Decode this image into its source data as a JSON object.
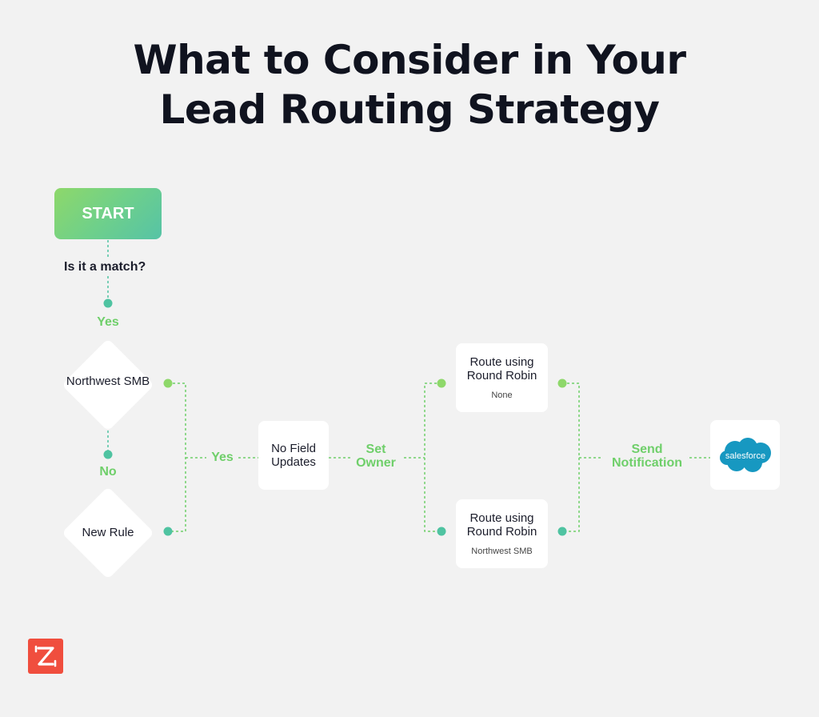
{
  "title_line1": "What to Consider in Your",
  "title_line2": "Lead Routing Strategy",
  "start_label": "START",
  "question_label": "Is it a match?",
  "yes_label_top": "Yes",
  "no_label": "No",
  "yes_label_mid": "Yes",
  "rule_northwest": "Northwest SMB",
  "rule_new": "New Rule",
  "no_field_updates": "No Field Updates",
  "set_owner": "Set Owner",
  "route_top": {
    "title": "Route using Round Robin",
    "sub": "None"
  },
  "route_bottom": {
    "title": "Route using Round Robin",
    "sub": "Northwest SMB"
  },
  "send_notification": "Send Notification",
  "salesforce_logo_text": "salesforce",
  "colors": {
    "accent_green": "#6fcf6a",
    "connector_teal": "#4fc3a1",
    "dot_green": "#8ed86a",
    "logo_red": "#f04e3e",
    "salesforce_blue": "#1798c1"
  },
  "icons": {
    "brand_logo": "z-logo-icon",
    "salesforce": "salesforce-cloud-icon"
  }
}
